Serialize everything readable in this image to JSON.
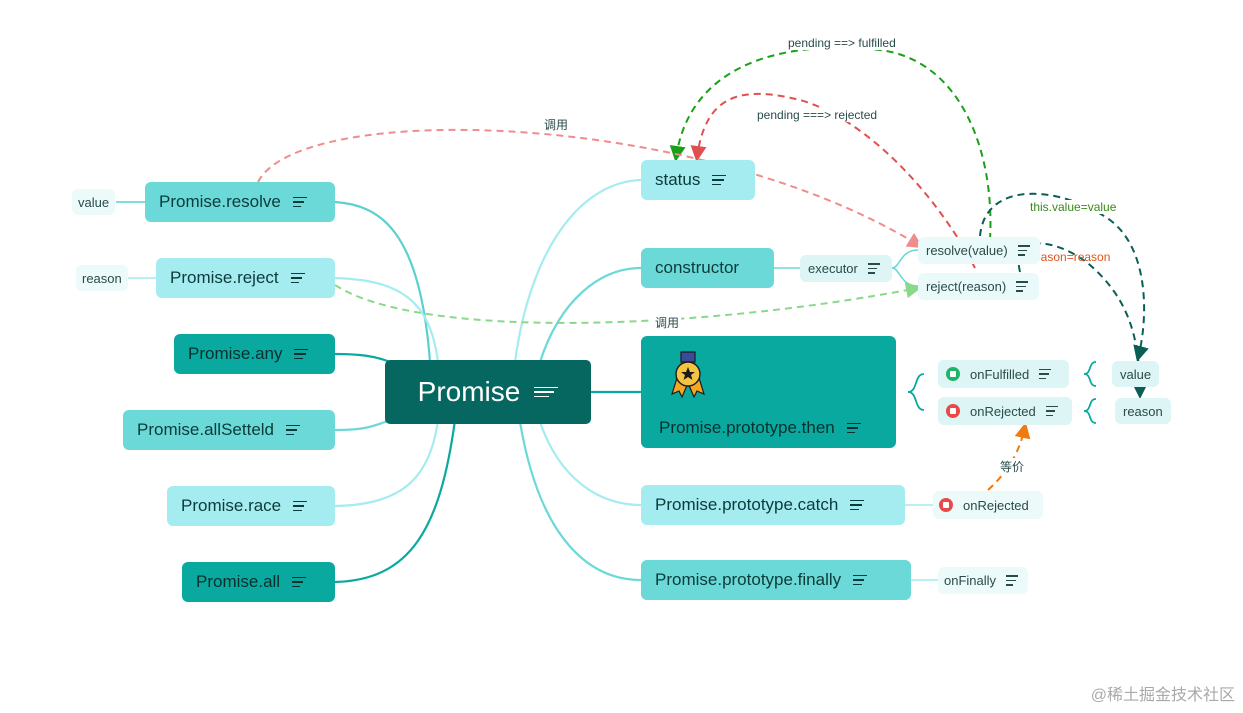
{
  "root": {
    "label": "Promise"
  },
  "left_branches": [
    {
      "label": "Promise.resolve",
      "param": "value"
    },
    {
      "label": "Promise.reject",
      "param": "reason"
    },
    {
      "label": "Promise.any"
    },
    {
      "label": "Promise.allSetteld"
    },
    {
      "label": "Promise.race"
    },
    {
      "label": "Promise.all"
    }
  ],
  "right_branches": {
    "status": "status",
    "constructor": "constructor",
    "executor": "executor",
    "resolve": "resolve(value)",
    "reject": "reject(reason)",
    "then": "Promise.prototype.then",
    "onFulfilled": "onFulfilled",
    "onRejected": "onRejected",
    "then_value": "value",
    "then_reason": "reason",
    "catch": "Promise.prototype.catch",
    "catch_onRejected": "onRejected",
    "finally": "Promise.prototype.finally",
    "onFinally": "onFinally"
  },
  "edge_labels": {
    "pending_fulfilled": "pending  ==>  fulfilled",
    "pending_rejected": "pending  ===>  rejected",
    "call_resolve": "调用",
    "call_reject": "调用",
    "this_value": "this.value=value",
    "this_reason": "this.reason=reason",
    "equivalent": "等价"
  },
  "icons": {
    "then_icon": "medal-icon",
    "onFulfilled_icon": "star-badge-icon",
    "onRejected_icon": "star-badge-icon",
    "catch_icon": "flag-icon",
    "note_icon": "notes-icon"
  },
  "colors": {
    "root": "#05675f",
    "fulfilled_arrow": "#18a018",
    "rejected_arrow": "#e05050",
    "resolve_call": "#f08c8c",
    "reject_call": "#8ad88a",
    "value_arrow": "#0b5e55",
    "equivalent_arrow": "#f07a10"
  },
  "watermark": "@稀土掘金技术社区"
}
